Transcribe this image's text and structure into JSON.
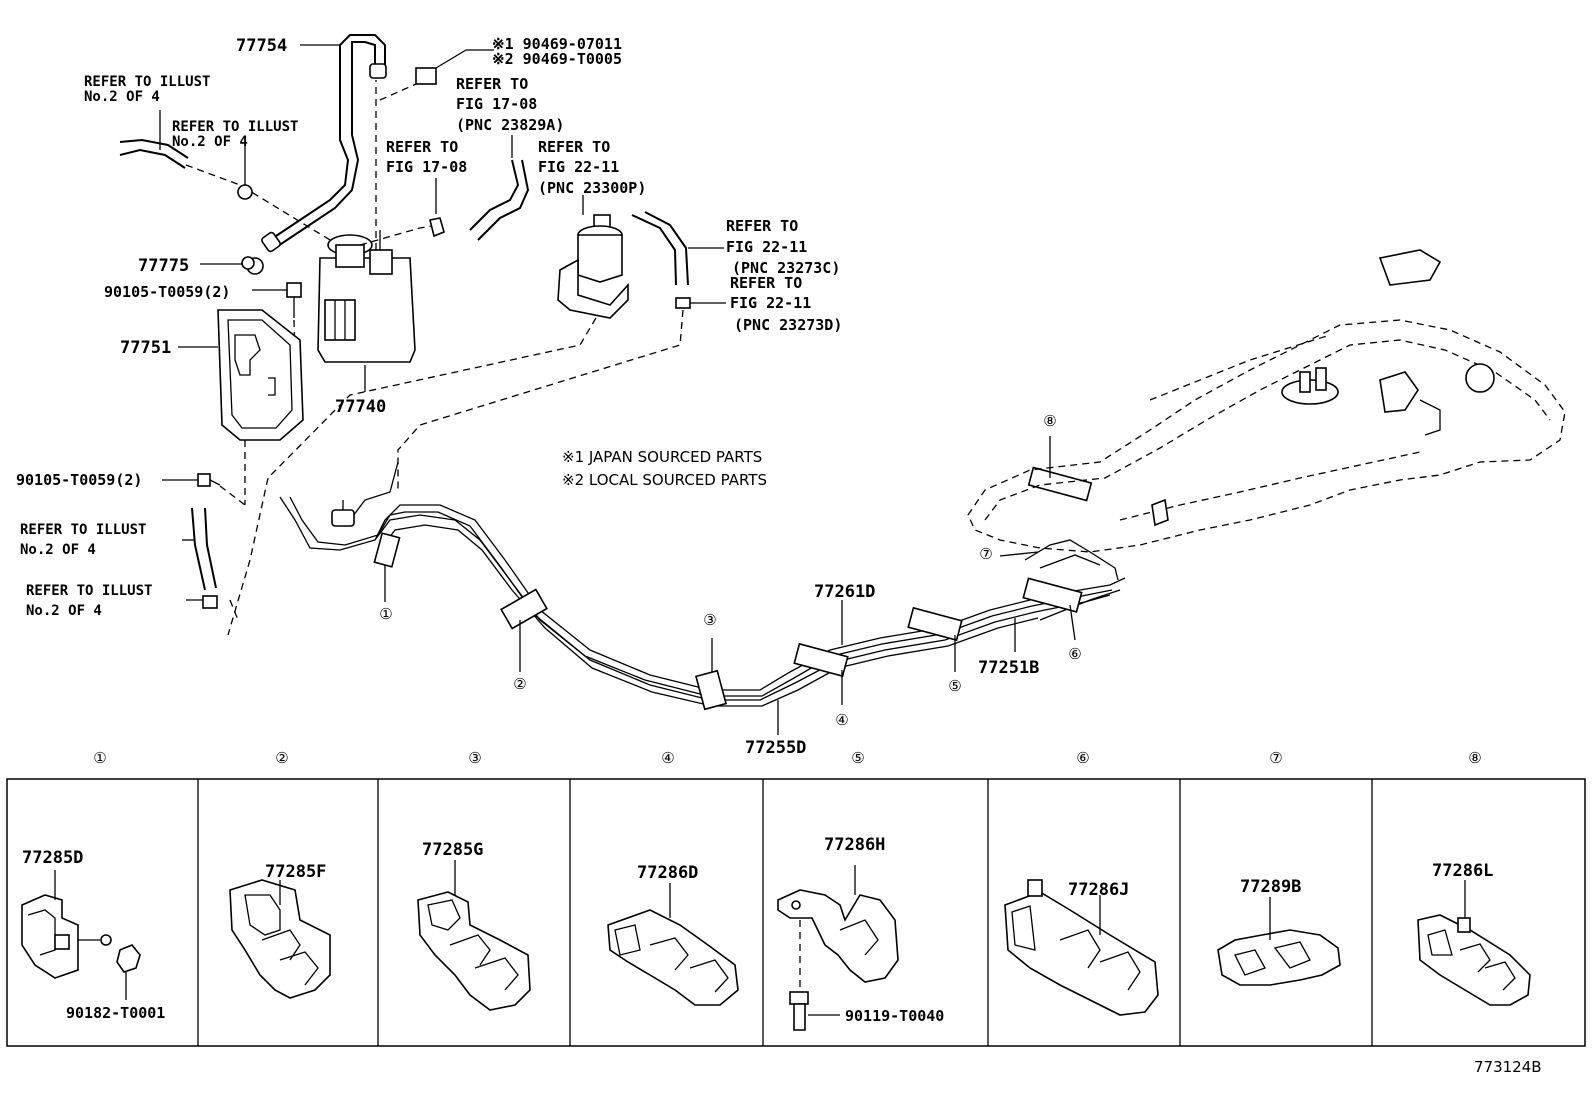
{
  "diagram": {
    "parts": {
      "p77754": "77754",
      "p77775": "77775",
      "p77751": "77751",
      "p77740": "77740",
      "p90105a": "90105-T0059(2)",
      "p90105b": "90105-T0059(2)",
      "p77261D": "77261D",
      "p77251B": "77251B",
      "p77255D": "77255D",
      "code1": "※1 90469-07011",
      "code2": "※2 90469-T0005"
    },
    "refs": {
      "r1": [
        "REFER TO ILLUST",
        "No.2 OF 4"
      ],
      "r2": [
        "REFER TO ILLUST",
        "No.2 OF 4"
      ],
      "r3": [
        "REFER TO",
        "FIG 17-08",
        "(PNC 23829A)"
      ],
      "r4": [
        "REFER TO",
        "FIG 17-08"
      ],
      "r5": [
        "REFER TO",
        "FIG 22-11",
        "(PNC 23300P)"
      ],
      "r6": [
        "REFER TO",
        "FIG 22-11",
        "(PNC 23273C)"
      ],
      "r7": [
        "REFER TO",
        "FIG 22-11",
        "(PNC 23273D)"
      ],
      "r8": [
        "REFER TO ILLUST",
        "No.2 OF 4"
      ],
      "r9": [
        "REFER TO ILLUST",
        "No.2 OF 4"
      ]
    },
    "notes": {
      "n1": "※1 JAPAN SOURCED PARTS",
      "n2": "※2 LOCAL SOURCED PARTS"
    },
    "circles": [
      "①",
      "②",
      "③",
      "④",
      "⑤",
      "⑥",
      "⑦",
      "⑧"
    ],
    "clamps": [
      {
        "num": "①",
        "part": "77285D",
        "sub": "90182-T0001"
      },
      {
        "num": "②",
        "part": "77285F"
      },
      {
        "num": "③",
        "part": "77285G"
      },
      {
        "num": "④",
        "part": "77286D"
      },
      {
        "num": "⑤",
        "part": "77286H",
        "sub": "90119-T0040"
      },
      {
        "num": "⑥",
        "part": "77286J"
      },
      {
        "num": "⑦",
        "part": "77289B"
      },
      {
        "num": "⑧",
        "part": "77286L"
      }
    ],
    "figure_id": "773124B"
  }
}
